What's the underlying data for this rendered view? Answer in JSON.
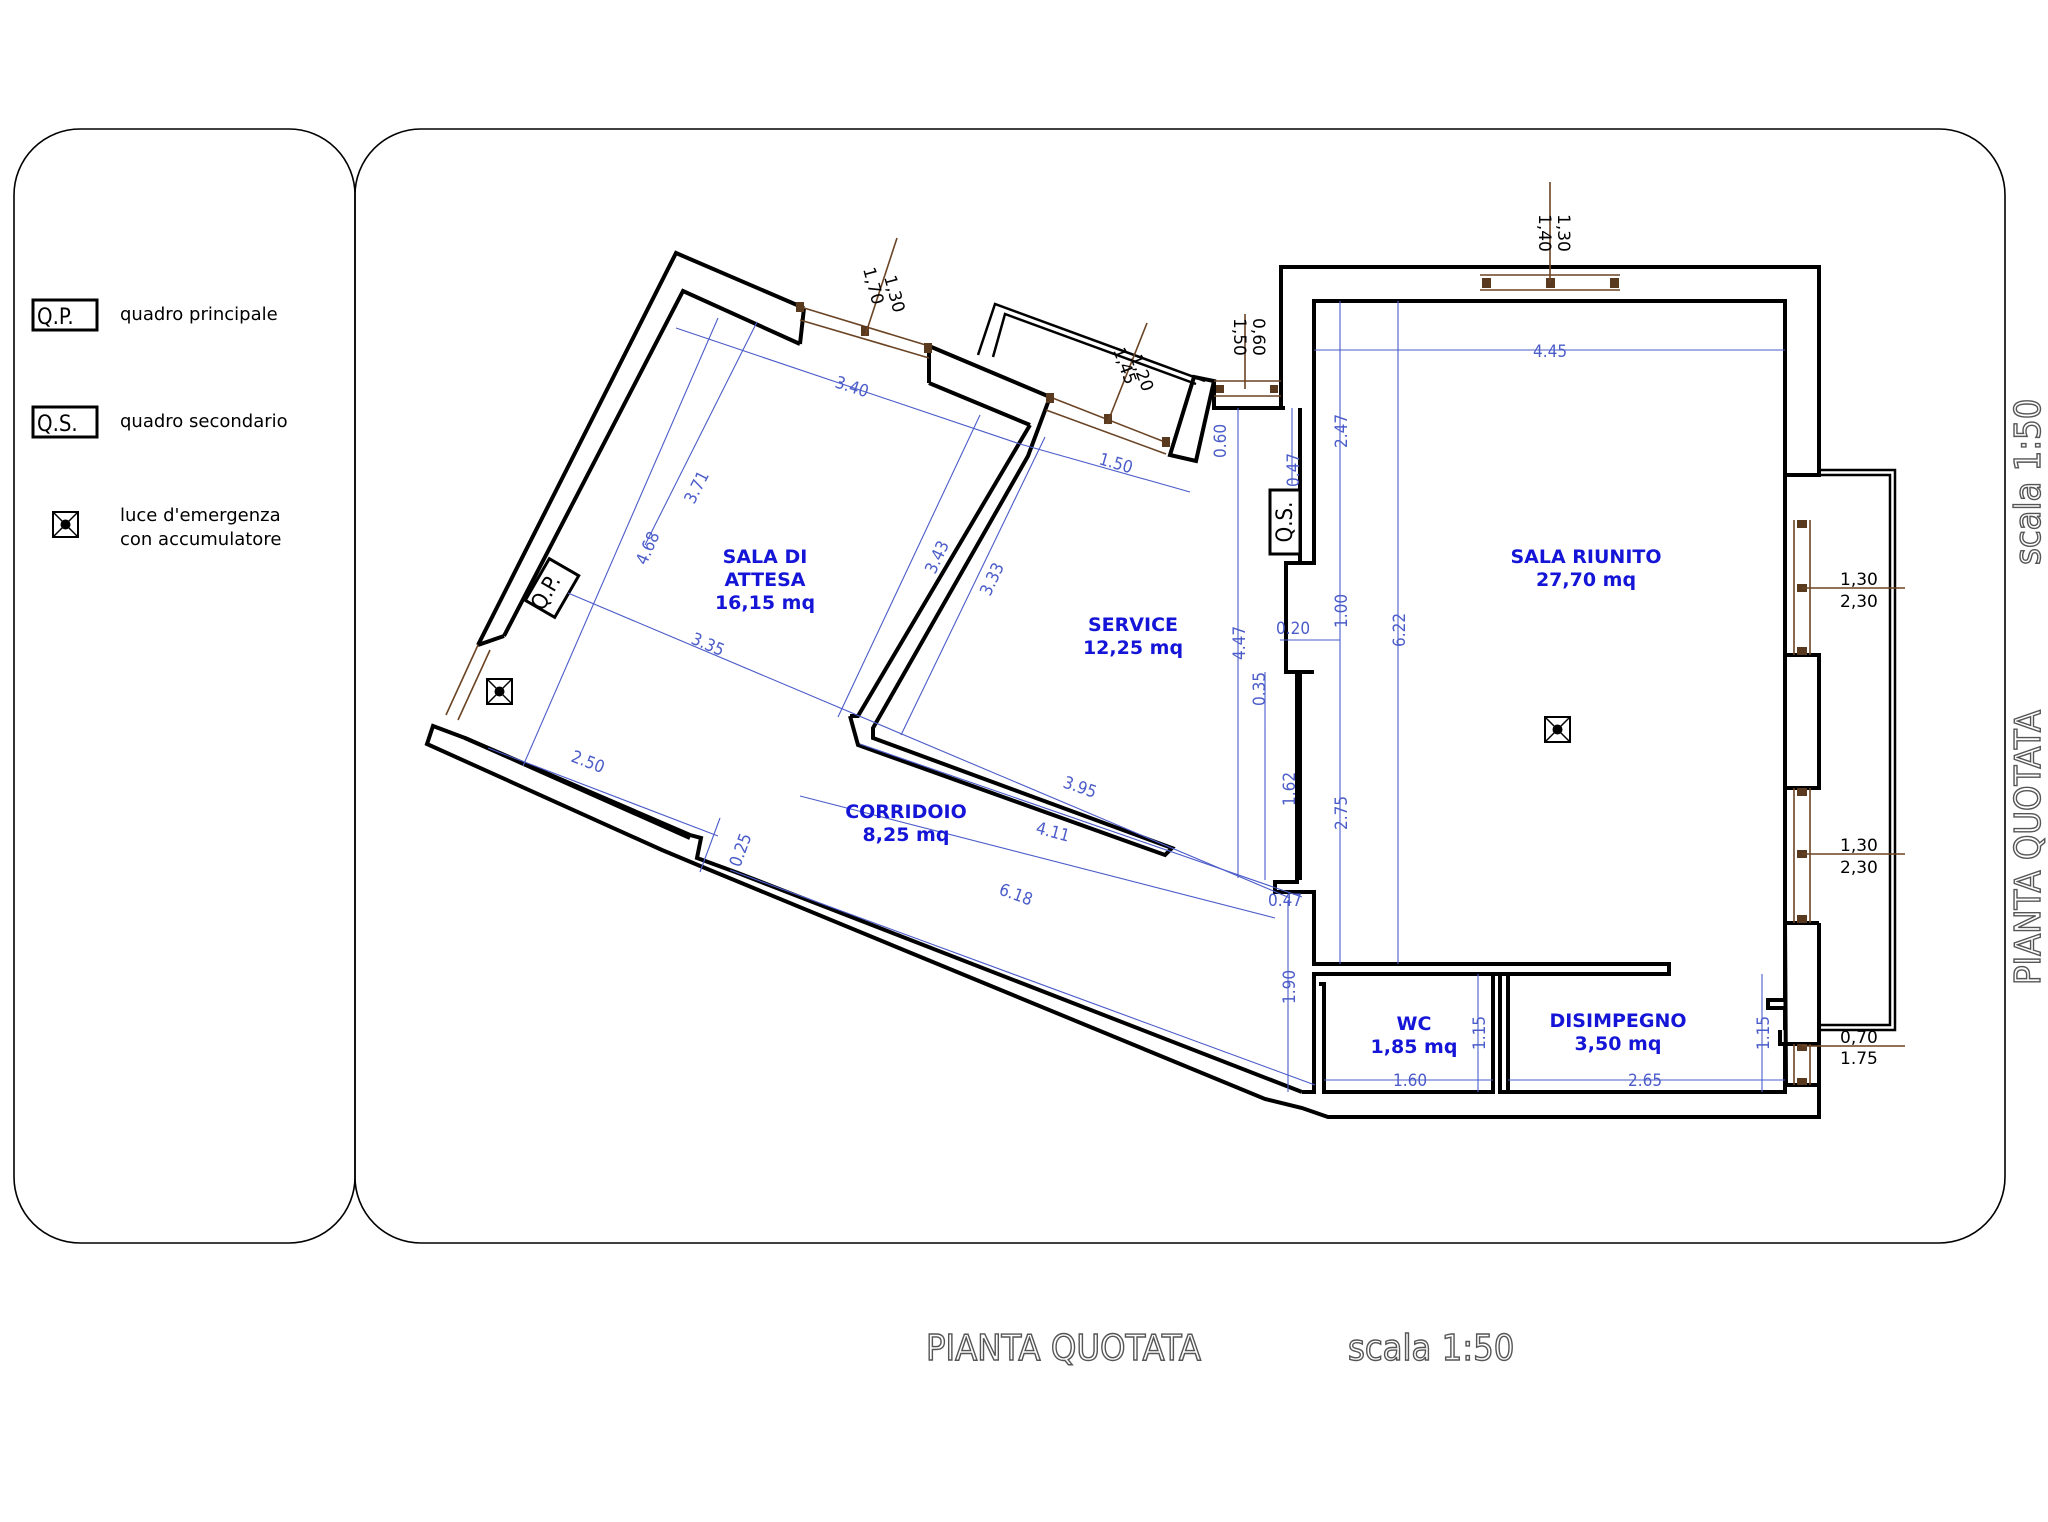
{
  "legend": {
    "qp_code": "Q.P.",
    "qp_label": "quadro principale",
    "qs_code": "Q.S.",
    "qs_label": "quadro secondario",
    "emergency_line1": "luce d'emergenza",
    "emergency_line2": "con accumulatore"
  },
  "rooms": {
    "sala_attesa": {
      "line1": "SALA DI",
      "line2": "ATTESA",
      "area": "16,15 mq"
    },
    "service": {
      "name": "SERVICE",
      "area": "12,25 mq"
    },
    "sala_riunito": {
      "name": "SALA RIUNITO",
      "area": "27,70 mq"
    },
    "corridoio": {
      "name": "CORRIDOIO",
      "area": "8,25 mq"
    },
    "wc": {
      "name": "WC",
      "area": "1,85 mq"
    },
    "disimpegno": {
      "name": "DISIMPEGNO",
      "area": "3,50 mq"
    }
  },
  "panels": {
    "qp": "Q.P.",
    "qs": "Q.S."
  },
  "dimensions": {
    "d340": "3.40",
    "d150": "1.50",
    "d371": "3.71",
    "d468": "4.68",
    "d335": "3.35",
    "d343": "3.43",
    "d333": "3.33",
    "d250": "2.50",
    "d025": "0.25",
    "d395": "3.95",
    "d411": "4.11",
    "d618": "6.18",
    "d060": "0.60",
    "d047a": "0.47",
    "d447": "4.47",
    "d020": "0.20",
    "d035": "0.35",
    "d162": "1.62",
    "d047b": "0.47",
    "d190": "1.90",
    "d445": "4.45",
    "d247": "2.47",
    "d100": "1.00",
    "d622": "6.22",
    "d275": "2.75",
    "d115a": "1.15",
    "d160": "1.60",
    "d115b": "1.15",
    "d265": "2.65"
  },
  "windows": {
    "w1_top": "1,30",
    "w1_bottom": "1,70",
    "w2_top": "1,20",
    "w2_bottom": "1,45",
    "w3_top": "0,60",
    "w3_bottom": "1,50",
    "w4_top": "1,30",
    "w4_bottom": "1,40",
    "w5_top": "1,30",
    "w5_bottom": "2,30",
    "w6_top": "1,30",
    "w6_bottom": "2,30",
    "w7_top": "0,70",
    "w7_bottom": "1.75"
  },
  "side_title": {
    "name": "PIANTA QUOTATA",
    "scale": "scala 1:50"
  },
  "bottom_title": {
    "name": "PIANTA QUOTATA",
    "scale": "scala 1:50"
  }
}
